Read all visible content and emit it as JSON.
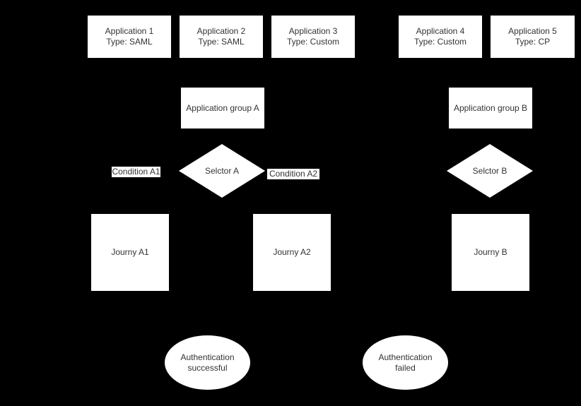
{
  "diagram": {
    "background_color": "#000000",
    "node_fill_color": "#ffffff",
    "text_color": "#333333",
    "applications": [
      {
        "name": "Application 1",
        "type": "Type: SAML"
      },
      {
        "name": "Application 2",
        "type": "Type: SAML"
      },
      {
        "name": "Application 3",
        "type": "Type: Custom"
      },
      {
        "name": "Application 4",
        "type": "Type: Custom"
      },
      {
        "name": "Application 5",
        "type": "Type: CP"
      }
    ],
    "groups": [
      {
        "label": "Application group A"
      },
      {
        "label": "Application group B"
      }
    ],
    "selectors": [
      {
        "label": "Selctor A"
      },
      {
        "label": "Selctor B"
      }
    ],
    "conditions": [
      {
        "label": "Condition A1"
      },
      {
        "label": "Condition A2"
      }
    ],
    "journeys": [
      {
        "label": "Journy A1"
      },
      {
        "label": "Journy A2"
      },
      {
        "label": "Journy B"
      }
    ],
    "outcomes": [
      {
        "label": "Authentication successful"
      },
      {
        "label": "Authentication failed"
      }
    ]
  }
}
